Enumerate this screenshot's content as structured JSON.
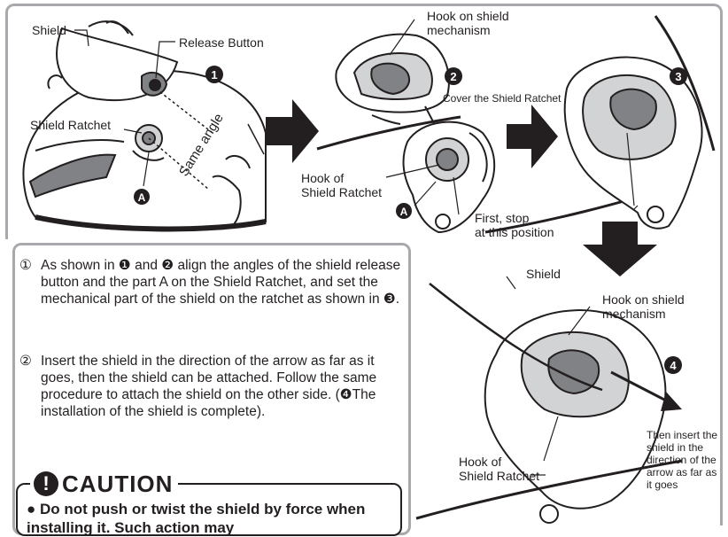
{
  "labels": {
    "shield_top": "Shield",
    "release_button": "Release Button",
    "shield_ratchet": "Shield Ratchet",
    "same_angle": "Same angle",
    "hook_on_shield_mech": "Hook on shield\nmechanism",
    "cover_ratchet": "Cover the Shield Ratchet",
    "hook_of_ratchet": "Hook of\nShield Ratchet",
    "first_stop": "First, stop\nat this position",
    "shield_mid": "Shield",
    "hook_on_shield_mech_2": "Hook on shield\nmechanism",
    "hook_of_ratchet_2": "Hook of\nShield Ratchet",
    "then_insert": "Then insert the\nshield in the\ndirection of the\narrow as far as\nit goes",
    "marker_a": "A"
  },
  "step_markers": [
    "1",
    "2",
    "3",
    "4"
  ],
  "instructions": [
    {
      "num": "①",
      "text": "As shown in ❶ and ❷ align the angles of the shield release button and the part A on the Shield Ratchet, and set the mechanical part of the shield on the ratchet as shown in ❸."
    },
    {
      "num": "②",
      "text": "Insert the shield in the direction of the arrow as far as it goes, then the shield can be attached. Follow the same procedure to attach the shield on the other side. (❹The installation of the shield is complete)."
    }
  ],
  "caution": {
    "icon": "!",
    "title": "CAUTION",
    "text": "● Do not push or twist the shield by force when installing it. Such action may"
  },
  "colors": {
    "frame": "#a7a9ac",
    "ink": "#231f20",
    "mid_gray": "#808285",
    "light_gray": "#d1d3d4"
  }
}
